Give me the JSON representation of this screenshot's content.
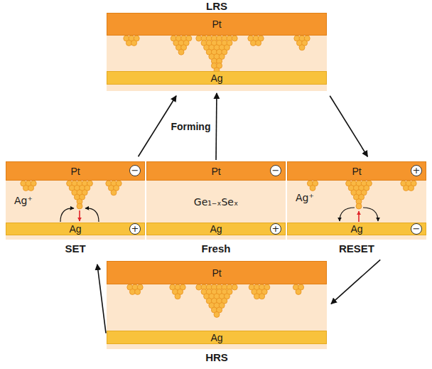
{
  "diagram": {
    "nodes": [
      {
        "text": [
          "LRS"
        ]
      },
      {
        "text": [
          "Pt"
        ],
        "in": 0
      },
      {
        "text": [
          "Ag"
        ],
        "in": 0
      },
      {
        "text": [
          "SET",
          "Ag⁺"
        ]
      },
      {
        "text": [
          "Pt"
        ],
        "in": 3
      },
      {
        "text": [
          "Ag"
        ],
        "in": 3
      },
      {
        "text": [
          "Fresh",
          "Ge₁₋ₓSeₓ"
        ]
      },
      {
        "text": [
          "Pt"
        ],
        "in": 6
      },
      {
        "text": [
          "Ag"
        ],
        "in": 6
      },
      {
        "text": [
          "RESET",
          "Ag⁺"
        ]
      },
      {
        "text": [
          "Pt"
        ],
        "in": 9
      },
      {
        "text": [
          "Ag"
        ],
        "in": 9
      },
      {
        "text": [
          "HRS"
        ]
      },
      {
        "text": [
          "Pt"
        ],
        "in": 12
      },
      {
        "text": [
          "Ag"
        ],
        "in": 12
      }
    ],
    "edges": [
      {
        "from": 6,
        "to": 0,
        "arrow": "to",
        "label": "Forming"
      },
      {
        "from": 0,
        "to": 9,
        "arrow": "to"
      },
      {
        "from": 9,
        "to": 12,
        "arrow": "to"
      },
      {
        "from": 12,
        "to": 3,
        "arrow": "to"
      },
      {
        "from": 3,
        "to": 0,
        "arrow": "to"
      }
    ],
    "labels": [
      "−",
      "+",
      "−",
      "+",
      "+",
      "−"
    ]
  }
}
